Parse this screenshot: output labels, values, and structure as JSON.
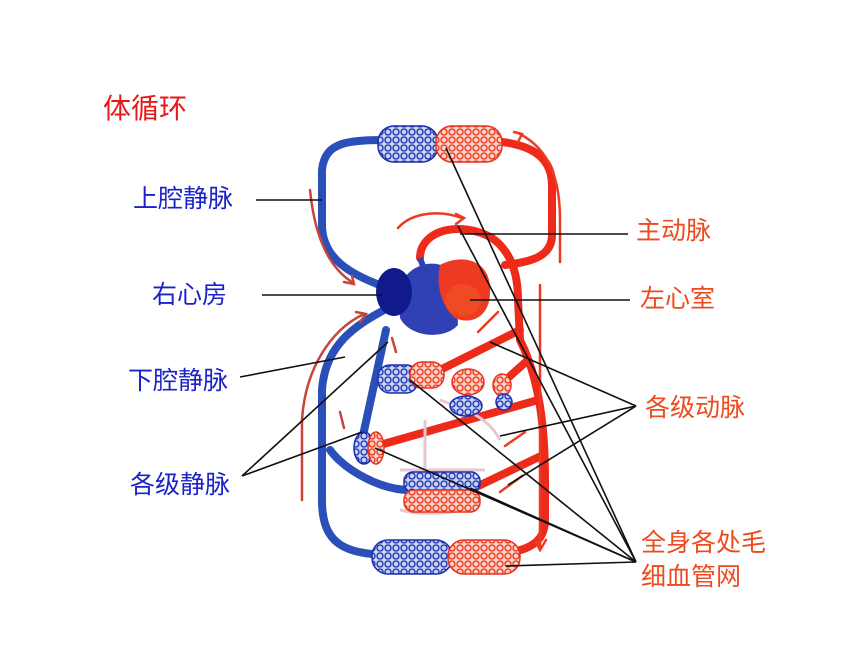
{
  "title": "体循环",
  "labels": {
    "superior_vena_cava": "上腔静脉",
    "right_atrium": "右心房",
    "inferior_vena_cava": "下腔静脉",
    "veins": "各级静脉",
    "aorta": "主动脉",
    "left_ventricle": "左心室",
    "arteries": "各级动脉",
    "capillaries_line1": "全身各处毛",
    "capillaries_line2": "细血管网"
  },
  "colors": {
    "title": "#e8191b",
    "vein_label": "#1a23c8",
    "artery_label": "#ee4a1c",
    "vein": "#2a4fb8",
    "artery": "#ee2a1a",
    "arrow": "#c8453a",
    "pointer": "#111111"
  }
}
